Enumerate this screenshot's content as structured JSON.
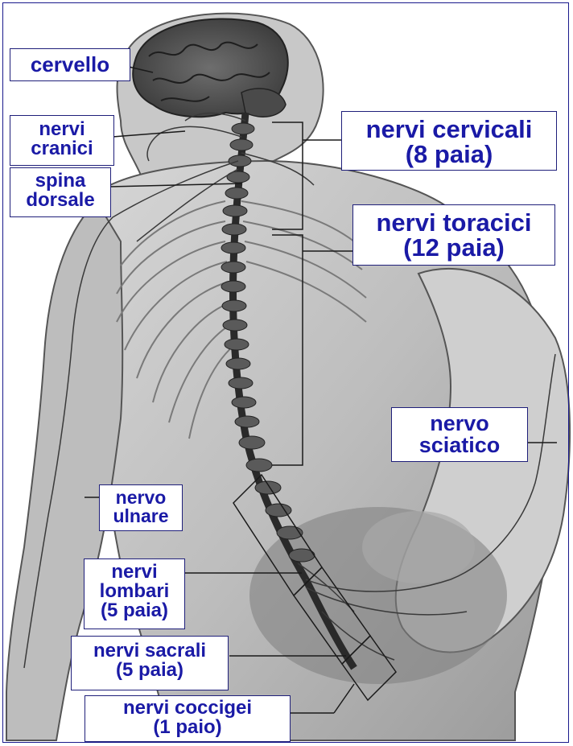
{
  "labels": {
    "cervello": "cervello",
    "nervi_cranici": [
      "nervi",
      "cranici"
    ],
    "spina_dorsale": [
      "spina",
      "dorsale"
    ],
    "nervi_cervicali": [
      "nervi cervicali",
      "(8 paia)"
    ],
    "nervi_toracici": [
      "nervi toracici",
      "(12 paia)"
    ],
    "nervo_sciatico": [
      "nervo",
      "sciatico"
    ],
    "nervo_ulnare": [
      "nervo",
      "ulnare"
    ],
    "nervi_lombari": [
      "nervi",
      "lombari",
      "(5 paia)"
    ],
    "nervi_sacrali": [
      "nervi sacrali",
      "(5 paia)"
    ],
    "nervi_coccigei": [
      "nervi coccigei",
      "(1 paio)"
    ]
  },
  "colors": {
    "label_text": "#1a1aa6",
    "label_border": "#1f1f7a",
    "leader_line": "#1a1a1a",
    "frame": "#1a1a8c"
  }
}
